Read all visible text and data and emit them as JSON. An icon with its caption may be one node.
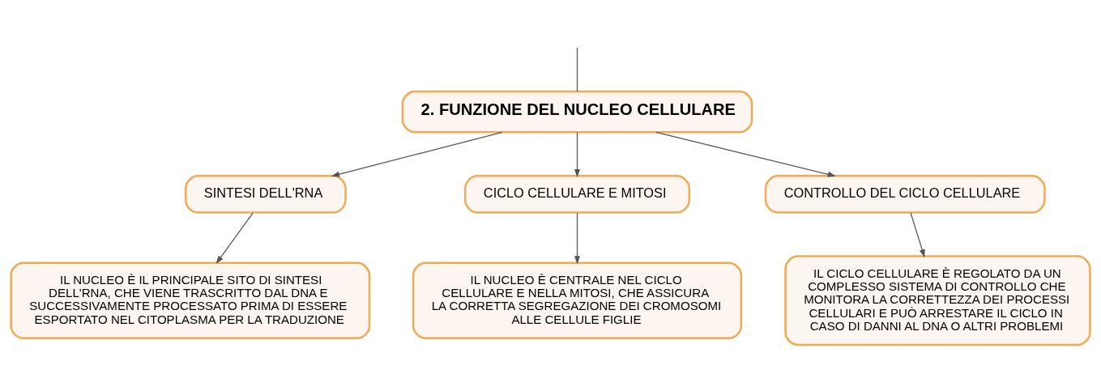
{
  "diagram": {
    "nodes": [
      {
        "text": [
          "2. FUNZIONE DEL NUCLEO CELLULARE"
        ]
      },
      {
        "text": [
          "SINTESI DELL'RNA"
        ]
      },
      {
        "text": [
          "CICLO CELLULARE E MITOSI"
        ]
      },
      {
        "text": [
          "CONTROLLO DEL CICLO CELLULARE"
        ]
      },
      {
        "text": [
          "IL NUCLEO È IL PRINCIPALE SITO DI SINTESI DELL'RNA, CHE VIENE TRASCRITTO DAL DNA E SUCCESSIVAMENTE PROCESSATO PRIMA DI ESSERE ESPORTATO NEL CITOPLASMA PER LA TRADUZIONE"
        ]
      },
      {
        "text": [
          "IL NUCLEO È CENTRALE NEL CICLO CELLULARE E NELLA MITOSI, CHE ASSICURA LA CORRETTA SEGREGAZIONE DEI CROMOSOMI ALLE CELLULE FIGLIE"
        ]
      },
      {
        "text": [
          "IL CICLO CELLULARE È REGOLATO DA UN COMPLESSO SISTEMA DI CONTROLLO CHE MONITORA LA CORRETTEZZA DEI PROCESSI CELLULARI E PUÒ ARRESTARE IL CICLO IN CASO DI DANNI AL DNA O ALTRI PROBLEMI"
        ]
      }
    ],
    "edges": [
      {
        "from": null,
        "to": 0,
        "arrow": "none"
      },
      {
        "from": 0,
        "to": 1,
        "arrow": "to"
      },
      {
        "from": 0,
        "to": 2,
        "arrow": "to"
      },
      {
        "from": 0,
        "to": 3,
        "arrow": "to"
      },
      {
        "from": 1,
        "to": 4,
        "arrow": "to"
      },
      {
        "from": 2,
        "to": 5,
        "arrow": "to"
      },
      {
        "from": 3,
        "to": 6,
        "arrow": "to"
      }
    ]
  }
}
